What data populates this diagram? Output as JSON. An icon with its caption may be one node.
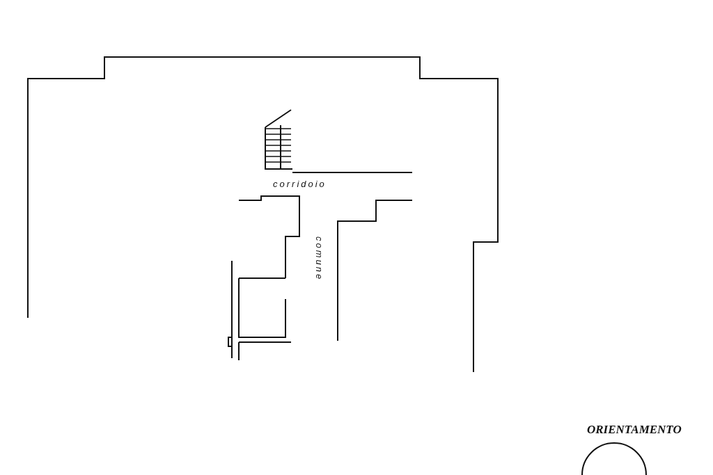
{
  "diagram": {
    "labels": [
      "corridoio",
      "comune",
      "ORIENTAMENTO"
    ]
  }
}
